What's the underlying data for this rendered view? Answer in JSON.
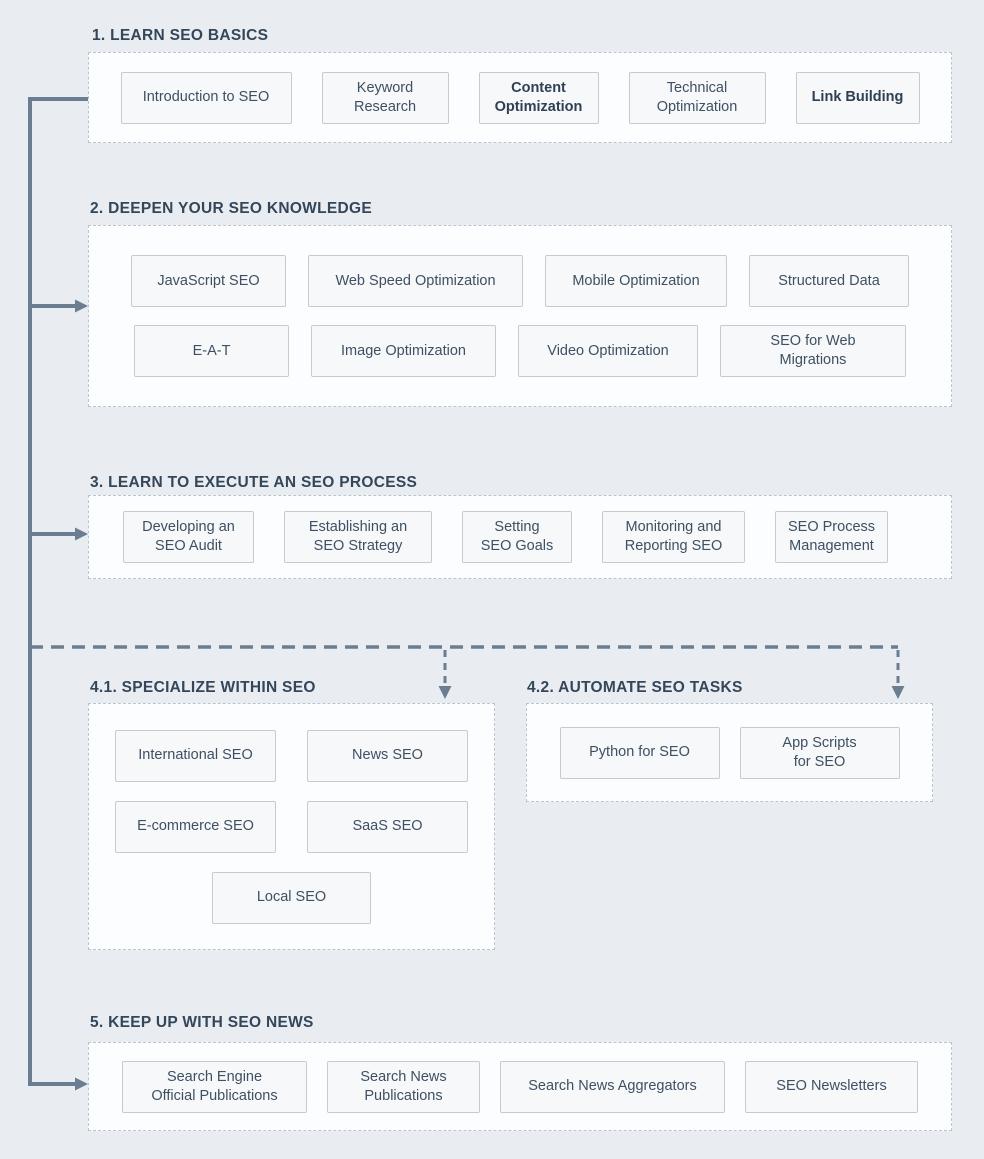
{
  "palette": {
    "page_background": "#e9edf2",
    "frame_background": "#fcfdfe",
    "frame_dashed_border": "#b8c5d1",
    "box_background": "#f6f8fa",
    "box_border": "#c2ccd6",
    "heading_text": "#344659",
    "box_text": "#3f5062",
    "connector_line": "#6b7d90"
  },
  "sections": {
    "s1": {
      "title": "1. LEARN SEO BASICS",
      "boxes": [
        "Introduction to SEO",
        "Keyword\nResearch",
        "Content\nOptimization",
        "Technical\nOptimization",
        "Link Building"
      ]
    },
    "s2": {
      "title": "2. DEEPEN YOUR SEO KNOWLEDGE",
      "rows": [
        [
          "JavaScript SEO",
          "Web Speed Optimization",
          "Mobile Optimization",
          "Structured Data"
        ],
        [
          "E-A-T",
          "Image Optimization",
          "Video Optimization",
          "SEO for Web\nMigrations"
        ]
      ]
    },
    "s3": {
      "title": "3. LEARN TO EXECUTE AN SEO PROCESS",
      "boxes": [
        "Developing an\nSEO Audit",
        "Establishing an\nSEO Strategy",
        "Setting\nSEO Goals",
        "Monitoring and\nReporting SEO",
        "SEO Process\nManagement"
      ]
    },
    "s41": {
      "title": "4.1. SPECIALIZE WITHIN SEO",
      "rows": [
        [
          "International SEO",
          "News SEO"
        ],
        [
          "E-commerce SEO",
          "SaaS SEO"
        ],
        [
          "Local SEO"
        ]
      ]
    },
    "s42": {
      "title": "4.2. AUTOMATE SEO TASKS",
      "boxes": [
        "Python for SEO",
        "App Scripts\nfor SEO"
      ]
    },
    "s5": {
      "title": "5. KEEP UP WITH SEO NEWS",
      "boxes": [
        "Search Engine\nOfficial Publications",
        "Search News\nPublications",
        "Search News Aggregators",
        "SEO Newsletters"
      ]
    }
  }
}
